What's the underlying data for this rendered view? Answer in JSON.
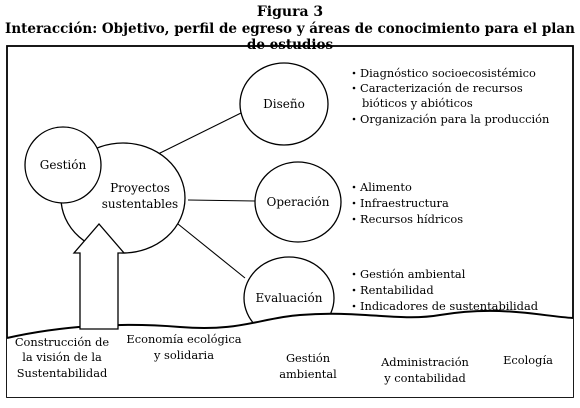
{
  "figure": {
    "label": "Figura 3",
    "title": "Interacción: Objetivo, perfil de egreso y áreas de conocimiento para el plan de estudios"
  },
  "nodes": {
    "gestion": "Gestión",
    "proyectos": [
      "Proyectos",
      "sustentables"
    ],
    "diseno": "Diseño",
    "operacion": "Operación",
    "evaluacion": "Evaluación"
  },
  "lists": {
    "diseno": [
      "Diagnóstico socioecosistémico",
      "Caracterización de recursos",
      "bióticos y abióticos",
      "Organización para la producción"
    ],
    "operacion": [
      "Alimento",
      "Infraestructura",
      "Recursos hídricos"
    ],
    "evaluacion": [
      "Gestión ambiental",
      "Rentabilidad",
      "Indicadores de sustentabilidad"
    ]
  },
  "base": {
    "construccion": [
      "Construcción de",
      "la visión de la",
      "Sustentabilidad"
    ],
    "economia": [
      "Economía ecológica",
      "y solidaria"
    ],
    "gestion_ambiental": [
      "Gestión",
      "ambiental"
    ],
    "administracion": [
      "Administración",
      "y contabilidad"
    ],
    "ecologia": "Ecología"
  }
}
